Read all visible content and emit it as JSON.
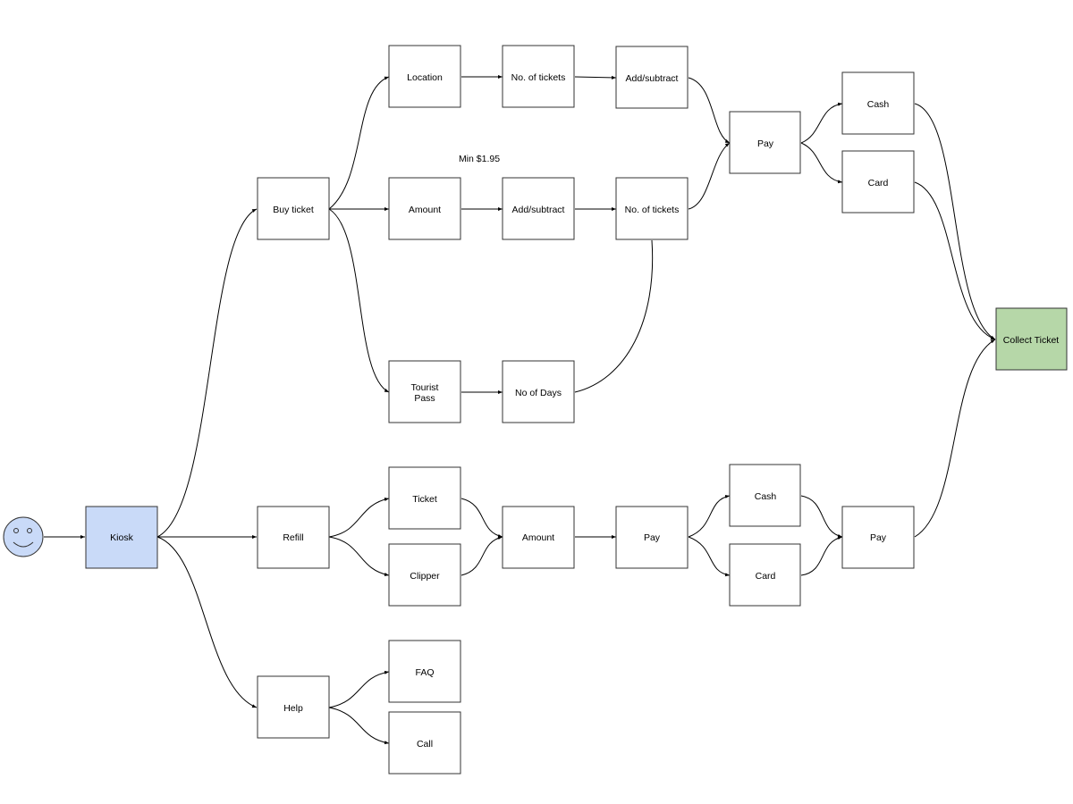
{
  "diagram": {
    "nodes": {
      "user": {
        "label": ""
      },
      "kiosk": {
        "label": "Kiosk",
        "fill": "#c9daf8"
      },
      "buy_ticket": {
        "label": "Buy ticket"
      },
      "location": {
        "label": "Location"
      },
      "no_tickets_1": {
        "label": "No. of tickets"
      },
      "add_subtract_1": {
        "label": "Add/subtract"
      },
      "pay_top": {
        "label": "Pay"
      },
      "cash_top": {
        "label": "Cash"
      },
      "card_top": {
        "label": "Card"
      },
      "amount_top": {
        "label": "Amount"
      },
      "add_subtract_2": {
        "label": "Add/subtract"
      },
      "no_tickets_2": {
        "label": "No. of tickets"
      },
      "tourist_pass": {
        "label_line1": "Tourist",
        "label_line2": "Pass"
      },
      "no_of_days": {
        "label": "No of Days"
      },
      "collect_ticket": {
        "label": "Collect Ticket",
        "fill": "#b6d7a8"
      },
      "refill": {
        "label": "Refill"
      },
      "ticket": {
        "label": "Ticket"
      },
      "clipper": {
        "label": "Clipper"
      },
      "amount_refill": {
        "label": "Amount"
      },
      "pay_refill": {
        "label": "Pay"
      },
      "cash_refill": {
        "label": "Cash"
      },
      "card_refill": {
        "label": "Card"
      },
      "pay_final": {
        "label": "Pay"
      },
      "help": {
        "label": "Help"
      },
      "faq": {
        "label": "FAQ"
      },
      "call": {
        "label": "Call"
      }
    },
    "annotations": {
      "min_amount": "Min $1.95"
    },
    "edges": [
      [
        "user",
        "kiosk"
      ],
      [
        "kiosk",
        "buy_ticket"
      ],
      [
        "kiosk",
        "refill"
      ],
      [
        "kiosk",
        "help"
      ],
      [
        "buy_ticket",
        "location"
      ],
      [
        "buy_ticket",
        "amount_top"
      ],
      [
        "buy_ticket",
        "tourist_pass"
      ],
      [
        "location",
        "no_tickets_1"
      ],
      [
        "no_tickets_1",
        "add_subtract_1"
      ],
      [
        "add_subtract_1",
        "pay_top"
      ],
      [
        "amount_top",
        "add_subtract_2"
      ],
      [
        "add_subtract_2",
        "no_tickets_2"
      ],
      [
        "no_tickets_2",
        "pay_top"
      ],
      [
        "tourist_pass",
        "no_of_days"
      ],
      [
        "no_of_days",
        "no_tickets_2"
      ],
      [
        "pay_top",
        "cash_top"
      ],
      [
        "pay_top",
        "card_top"
      ],
      [
        "cash_top",
        "collect_ticket"
      ],
      [
        "card_top",
        "collect_ticket"
      ],
      [
        "refill",
        "ticket"
      ],
      [
        "refill",
        "clipper"
      ],
      [
        "ticket",
        "amount_refill"
      ],
      [
        "clipper",
        "amount_refill"
      ],
      [
        "amount_refill",
        "pay_refill"
      ],
      [
        "pay_refill",
        "cash_refill"
      ],
      [
        "pay_refill",
        "card_refill"
      ],
      [
        "cash_refill",
        "pay_final"
      ],
      [
        "card_refill",
        "pay_final"
      ],
      [
        "pay_final",
        "collect_ticket"
      ],
      [
        "help",
        "faq"
      ],
      [
        "help",
        "call"
      ]
    ]
  }
}
